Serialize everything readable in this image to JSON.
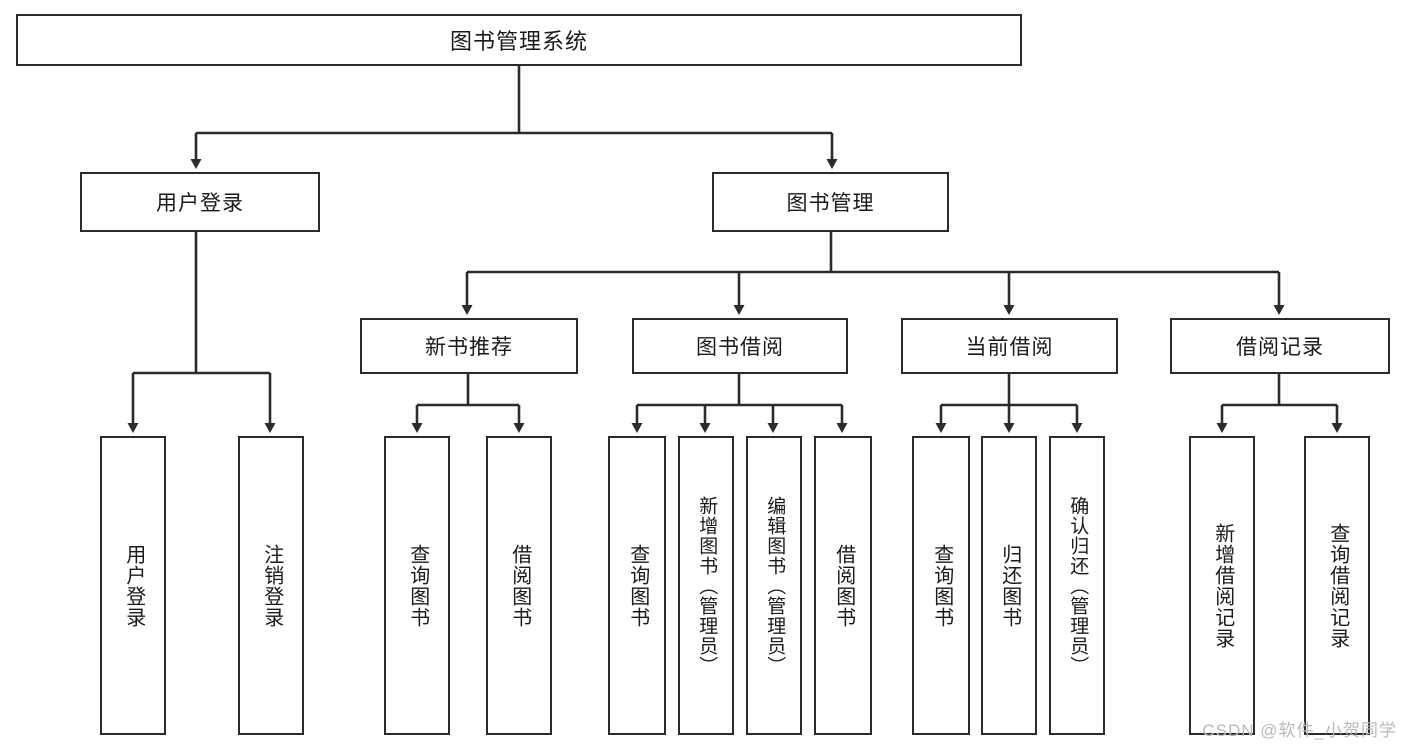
{
  "diagram": {
    "type": "tree-hierarchy",
    "title": "图书管理系统",
    "root": {
      "label": "图书管理系统"
    },
    "level2": [
      {
        "id": "user-login",
        "label": "用户登录"
      },
      {
        "id": "book-manage",
        "label": "图书管理"
      }
    ],
    "level3": [
      {
        "id": "new-book-rec",
        "label": "新书推荐"
      },
      {
        "id": "book-borrow",
        "label": "图书借阅"
      },
      {
        "id": "current-borrow",
        "label": "当前借阅"
      },
      {
        "id": "borrow-record",
        "label": "借阅记录"
      }
    ],
    "leaves": {
      "user_login": [
        {
          "id": "leaf-user-login",
          "label": "用户登录"
        },
        {
          "id": "leaf-logout-login",
          "label": "注销登录"
        }
      ],
      "new_book_rec": [
        {
          "id": "leaf-query-book-1",
          "label": "查询图书"
        },
        {
          "id": "leaf-borrow-book-1",
          "label": "借阅图书"
        }
      ],
      "book_borrow": [
        {
          "id": "leaf-query-book-2",
          "label": "查询图书"
        },
        {
          "id": "leaf-add-book",
          "label": "新增图书（管理员）"
        },
        {
          "id": "leaf-edit-book",
          "label": "编辑图书（管理员）"
        },
        {
          "id": "leaf-borrow-book-2",
          "label": "借阅图书"
        }
      ],
      "current_borrow": [
        {
          "id": "leaf-query-book-3",
          "label": "查询图书"
        },
        {
          "id": "leaf-return-book",
          "label": "归还图书"
        },
        {
          "id": "leaf-confirm-return",
          "label": "确认归还（管理员）"
        }
      ],
      "borrow_record": [
        {
          "id": "leaf-add-record",
          "label": "新增借阅记录"
        },
        {
          "id": "leaf-query-record",
          "label": "查询借阅记录"
        }
      ]
    }
  },
  "watermark": {
    "text": "CSDN @软件_小贺同学"
  },
  "colors": {
    "stroke": "#2b2b2b",
    "fill": "#ffffff",
    "text": "#1a1a1a",
    "watermark": "#b9b9b9"
  }
}
